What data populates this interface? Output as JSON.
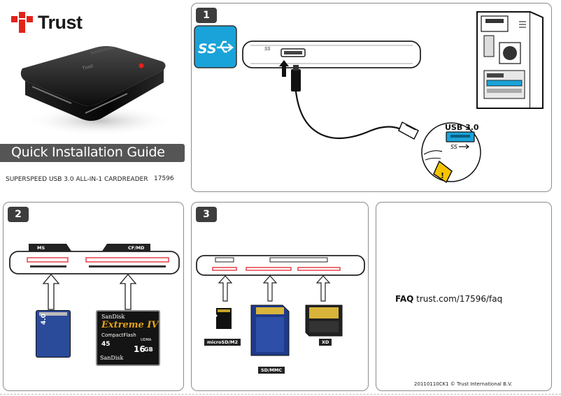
{
  "brand": {
    "name": "Trust",
    "red": "#e2231a"
  },
  "guide": {
    "title": "Quick Installation Guide",
    "product": "SUPERSPEED USB 3.0 ALL-IN-1 CARDREADER",
    "article_number": "17596"
  },
  "step1": {
    "number": "1",
    "usb_label": "USB 3.0",
    "ss_logo": "SS"
  },
  "step2": {
    "number": "2",
    "slot_ms": "MS",
    "slot_cf": "CF/MD"
  },
  "step3": {
    "number": "3",
    "label_microsd": "microSD/M2",
    "label_sd": "SD/MMC",
    "label_xd": "XD"
  },
  "faq": {
    "prefix": "FAQ",
    "url": "trust.com/17596/faq"
  },
  "footer": {
    "code": "20110110CK1 © Trust International B.V."
  },
  "cards": {
    "ms_capacity": "4.0",
    "cf_brand": "SanDisk",
    "cf_product": "Extreme IV",
    "cf_type": "CompactFlash",
    "cf_speed": "45",
    "cf_capacity": "16",
    "cf_capacity_unit": "GB",
    "cf_udma": "UDMA"
  },
  "colors": {
    "accent_blue": "#1aa3d9",
    "slot_red": "#e8414b",
    "badge": "#3d3d3d",
    "warning": "#f5c400"
  }
}
